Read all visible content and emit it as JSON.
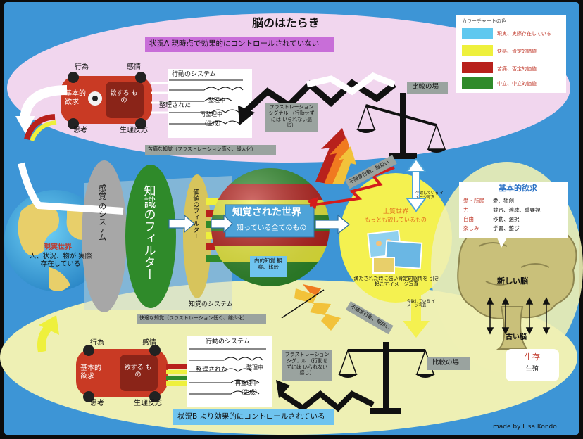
{
  "title": "脳のはたらき",
  "situation_a": "状況A 現時点で効果的にコントロールされていない",
  "situation_b": "状況B より効果的にコントロールされている",
  "legend": {
    "title": "カラーチャートの色",
    "items": [
      {
        "label": "現実、実際存在している",
        "color": "#5fc8ef"
      },
      {
        "label": "快感、肯定的価値",
        "color": "#eef03c"
      },
      {
        "label": "苦痛、否定的価値",
        "color": "#b8211c"
      },
      {
        "label": "中立、中立的価値",
        "color": "#2f8a2a"
      }
    ]
  },
  "top_car": {
    "action": "行為",
    "emotion": "感情",
    "thinking": "思考",
    "physiology": "生理反応",
    "basic_desire": "基本的欲求",
    "wants": "欲する もの"
  },
  "bottom_car": {
    "action": "行為",
    "emotion": "感情",
    "thinking": "思考",
    "physiology": "生理反応",
    "basic_desire": "基本的欲求",
    "wants": "欲する もの"
  },
  "top_system": {
    "title": "行動のシステム",
    "organized": "整理された",
    "reorganizing_1": "整理中",
    "reorganizing_2": "再整理中",
    "creation": "（生成）"
  },
  "bottom_system": {
    "title": "行動のシステム",
    "organized": "整理された",
    "reorganizing_1": "整理中",
    "reorganizing_2": "再整理中",
    "creation": "（生成）"
  },
  "top_compare": "比較の場",
  "bottom_compare": "比較の場",
  "top_signal": "フラストレーション シグナル （行動せずには いられない感じ）",
  "bottom_signal": "フラストレーション シグナル （行動せずには いられない感じ）",
  "painful_perception": "苦痛な知覚（フラストレーション高く、緩大化）",
  "pleasant_perception": "快適な知覚（フラストレーション低く、縮少化）",
  "dissatisfaction": "不随意行動、報知い",
  "no_action": "不随意行動、報知い",
  "image_send_top": "今欲している イメージ写真",
  "image_send_bottom": "今欲している イメージ写真",
  "real_world": {
    "title": "現実世界",
    "desc": "人、状況、物が 実際存在している"
  },
  "sensory": "感覚 のシステム",
  "knowledge_filter": "知識のフィルター",
  "value_filter": "価値のフィルター",
  "perceived_world": {
    "title": "知覚された世界",
    "sub": "知っている全てのもの",
    "inner": "内的知覚 観察、比較"
  },
  "perceptual_system": "知覚のシステム",
  "quality_world": {
    "title": "上質世界",
    "sub": "もっとも欲しているもの",
    "caption": "満たされた時に強い肯定的感情を 引き起こすイメージ写真"
  },
  "basic_needs": {
    "title": "基本的欲求",
    "items": [
      {
        "k": "愛・所属",
        "v": "愛、独創"
      },
      {
        "k": "力",
        "v": "競合、達成、重要視"
      },
      {
        "k": "自由",
        "v": "移動、選択"
      },
      {
        "k": "楽しみ",
        "v": "学習、遊び"
      }
    ]
  },
  "new_brain": "新しい脳",
  "old_brain": "古い脳",
  "survival": {
    "title": "生存",
    "sub": "生殖"
  },
  "credit": "made by Lisa Kondo"
}
